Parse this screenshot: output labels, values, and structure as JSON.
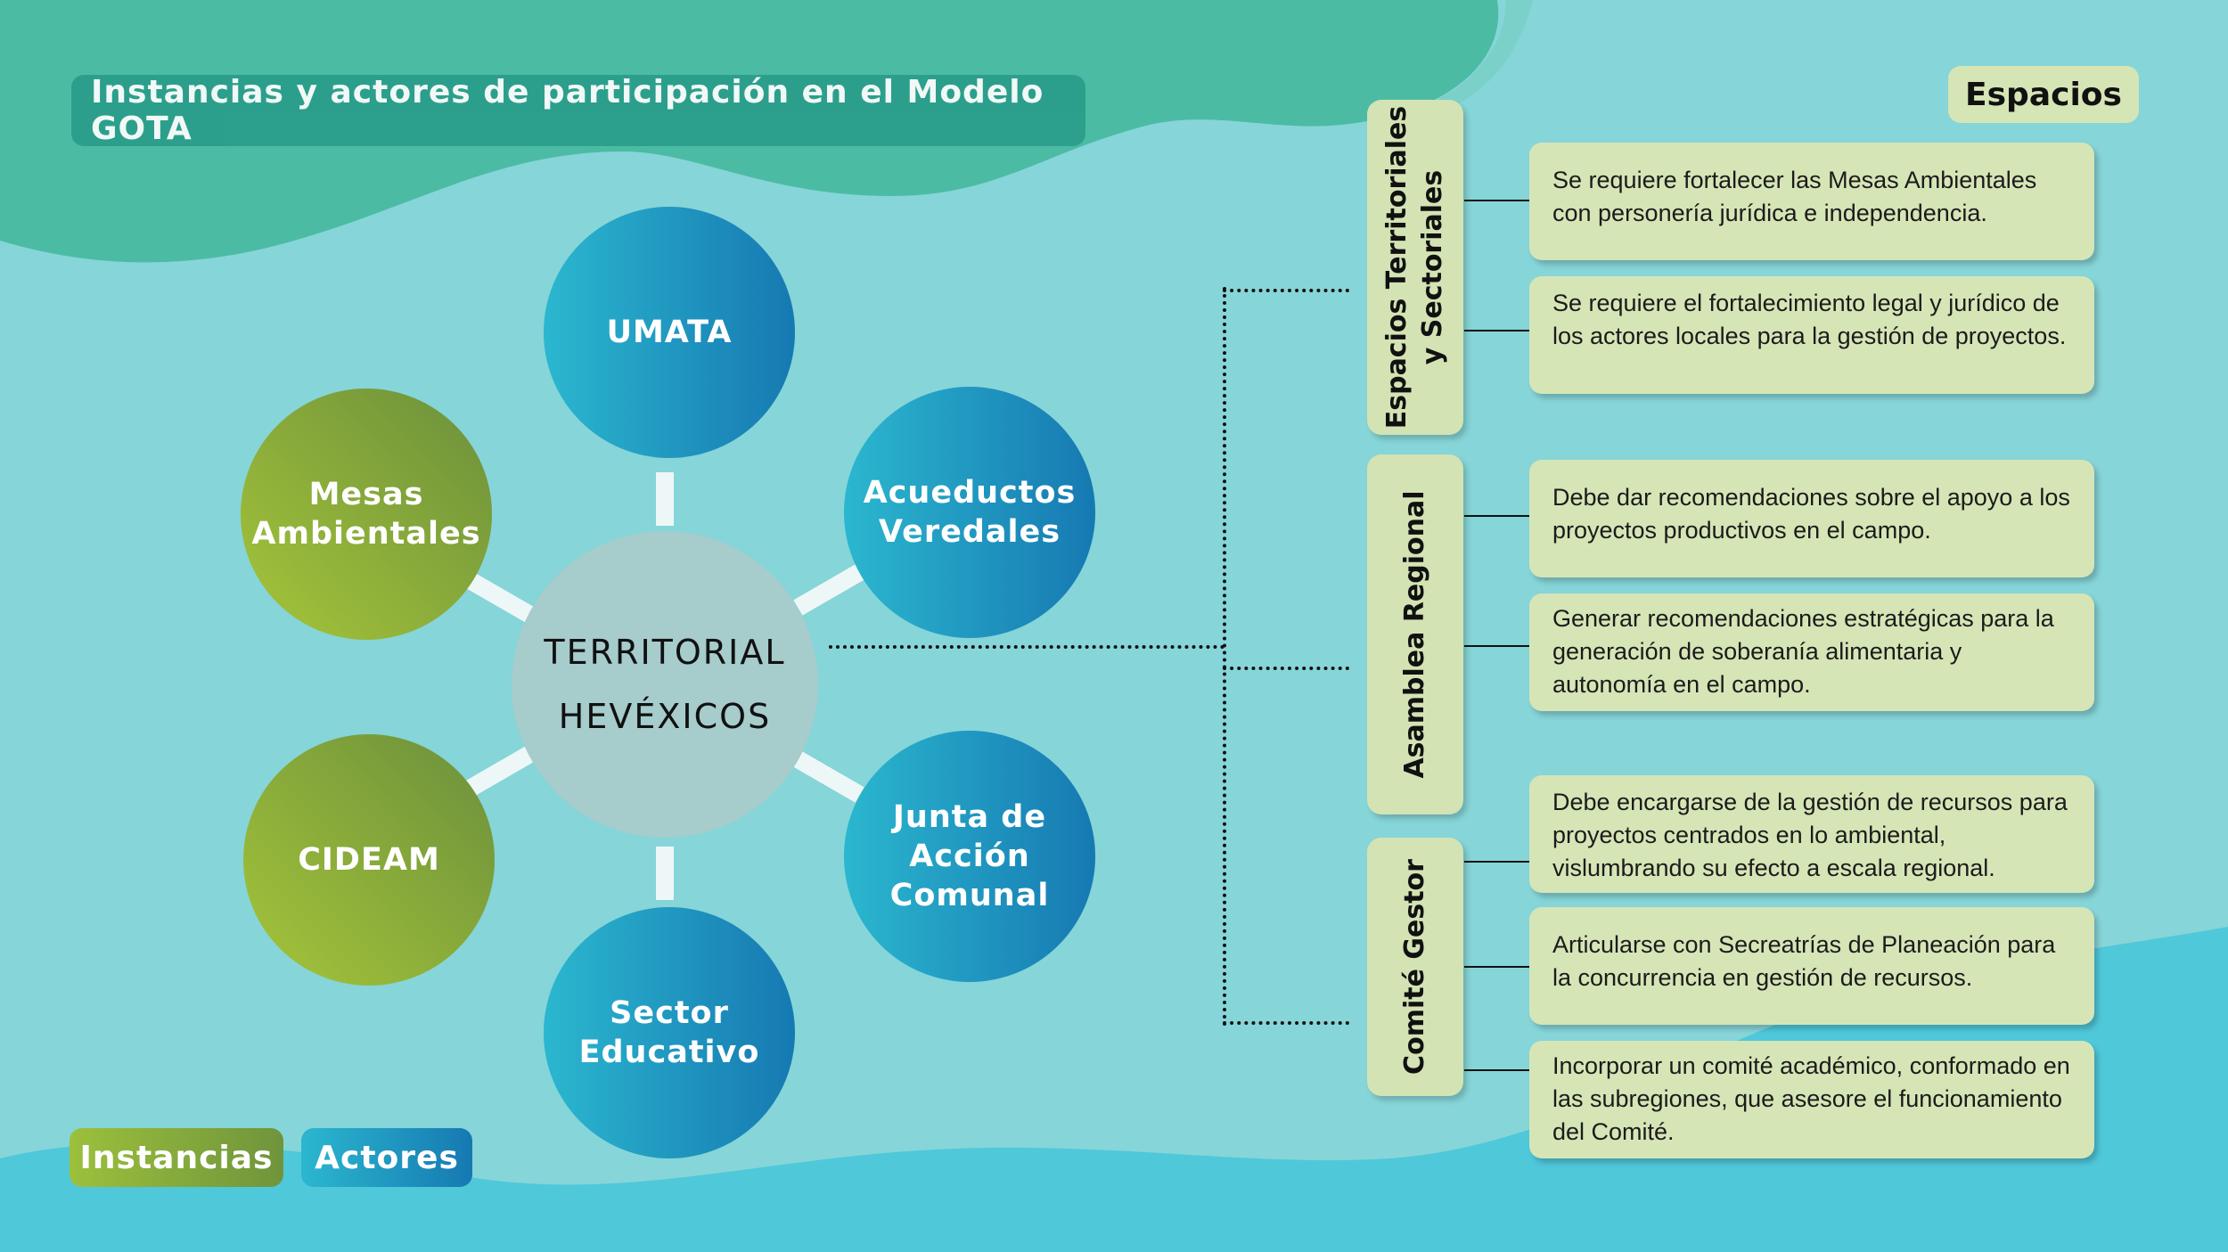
{
  "title": "Instancias y actores de participación en el Modelo GOTA",
  "center": {
    "line1": "TERRITORIAL",
    "line2": "HEVÉXICOS"
  },
  "nodes": {
    "umata": "UMATA",
    "acueductos_1": "Acueductos",
    "acueductos_2": "Veredales",
    "junta_1": "Junta de",
    "junta_2": "Acción",
    "junta_3": "Comunal",
    "sector_1": "Sector",
    "sector_2": "Educativo",
    "cideam": "CIDEAM",
    "mesas_1": "Mesas",
    "mesas_2": "Ambientales"
  },
  "espacios_label": "Espacios",
  "groups": {
    "territoriales_1": "Espacios Territoriales",
    "territoriales_2": "y Sectoriales",
    "asamblea": "Asamblea Regional",
    "comite": "Comité Gestor"
  },
  "items": [
    "Se requiere fortalecer las Mesas Ambientales con personería jurídica e independencia.",
    "Se requiere el fortalecimiento legal y jurídico de los actores locales para la gestión de proyectos.",
    "Debe dar recomendaciones sobre el apoyo a los proyectos productivos en el campo.",
    "Generar recomendaciones estratégicas para la generación de soberanía alimentaria y autonomía en el campo.",
    "Debe encargarse de la gestión de recursos para proyectos centrados en lo ambiental, vislumbrando su efecto a escala regional.",
    "Articularse con Secreatrías de Planeación para la concurrencia en gestión de recursos.",
    "Incorporar un comité académico, conformado en las subregiones, que asesore el funcionamiento del Comité."
  ],
  "legend": {
    "instancias": "Instancias",
    "actores": "Actores"
  },
  "colors": {
    "background": "#86d5d8",
    "top_wave": "#4cbba4",
    "bottom_wave": "#4fc8da",
    "actor_start": "#2bb7cf",
    "actor_end": "#1679b2",
    "instance_start": "#a6c539",
    "instance_end": "#6b8f3c",
    "center": "#a6cccc",
    "card": "#d6e5b6"
  }
}
